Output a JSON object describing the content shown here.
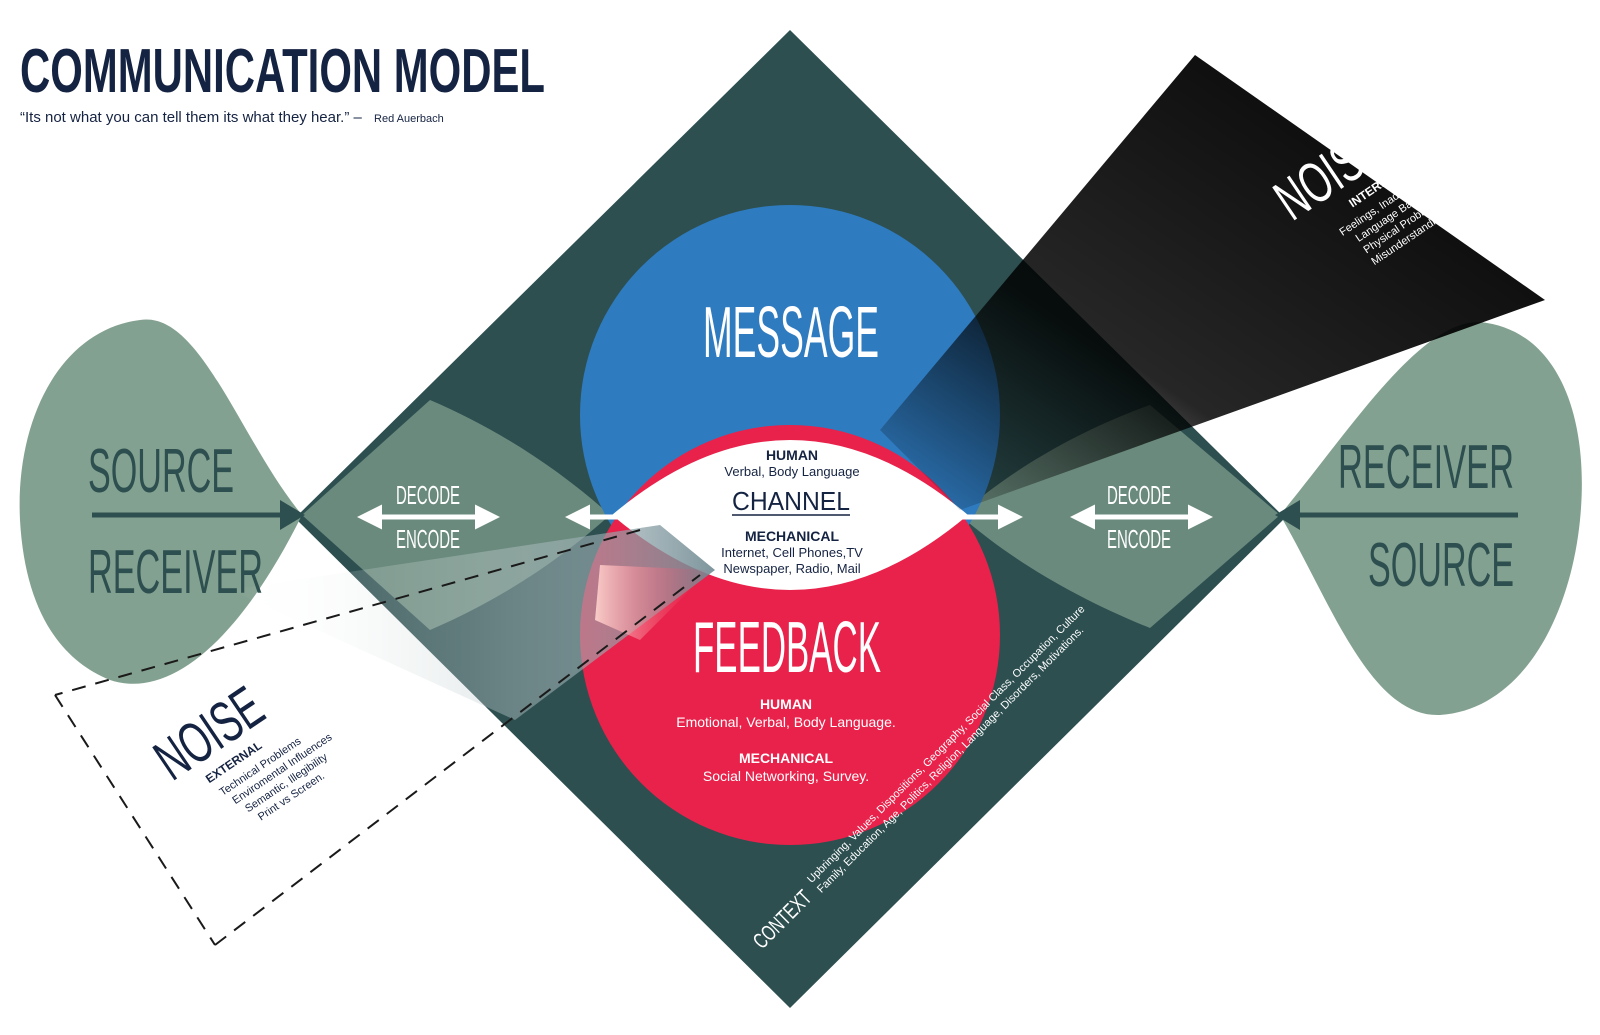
{
  "header": {
    "title": "COMMUNICATION MODEL",
    "quote": "“Its not what you can tell them its what they hear.” –",
    "author": "Red Auerbach"
  },
  "left_node": {
    "top": "SOURCE",
    "bottom": "RECEIVER"
  },
  "right_node": {
    "top": "RECEIVER",
    "bottom": "SOURCE"
  },
  "left_arrows": {
    "top": "DECODE",
    "bottom": "ENCODE"
  },
  "right_arrows": {
    "top": "DECODE",
    "bottom": "ENCODE"
  },
  "message": {
    "title": "MESSAGE"
  },
  "channel": {
    "human_heading": "HUMAN",
    "human_text": "Verbal, Body Language",
    "title": "CHANNEL",
    "mechanical_heading": "MECHANICAL",
    "mechanical_line1": "Internet, Cell Phones,TV",
    "mechanical_line2": "Newspaper, Radio, Mail"
  },
  "feedback": {
    "title": "FEEDBACK",
    "human_heading": "HUMAN",
    "human_text": "Emotional, Verbal, Body Language.",
    "mechanical_heading": "MECHANICAL",
    "mechanical_text": "Social Networking, Survey."
  },
  "noise_internal": {
    "title": "NOISE",
    "subtitle": "INTERNAL",
    "items": [
      "Feelings, Inadequacies",
      "Language Barriers",
      "Physical Problems",
      "Misunderstandings"
    ]
  },
  "noise_external": {
    "title": "NOISE",
    "subtitle": "EXTERNAL",
    "items": [
      "Technical Problems",
      "Enviromental Influences",
      "Semantic, Illegibility",
      "Print vs Screen."
    ]
  },
  "context": {
    "title": "CONTEXT",
    "line1": "Upbringing, Values, Dispositions, Geography, Social Class, Occupation, Culture",
    "line2": "Family, Education, Age, Politics, Religion, Language, Disorders, Motivations."
  },
  "colors": {
    "navy": "#152342",
    "dark_teal": "#2d4f50",
    "sage": "#7f9e8c",
    "blue": "#2f7bc0",
    "red": "#e8224a",
    "black": "#000000",
    "white": "#ffffff"
  }
}
